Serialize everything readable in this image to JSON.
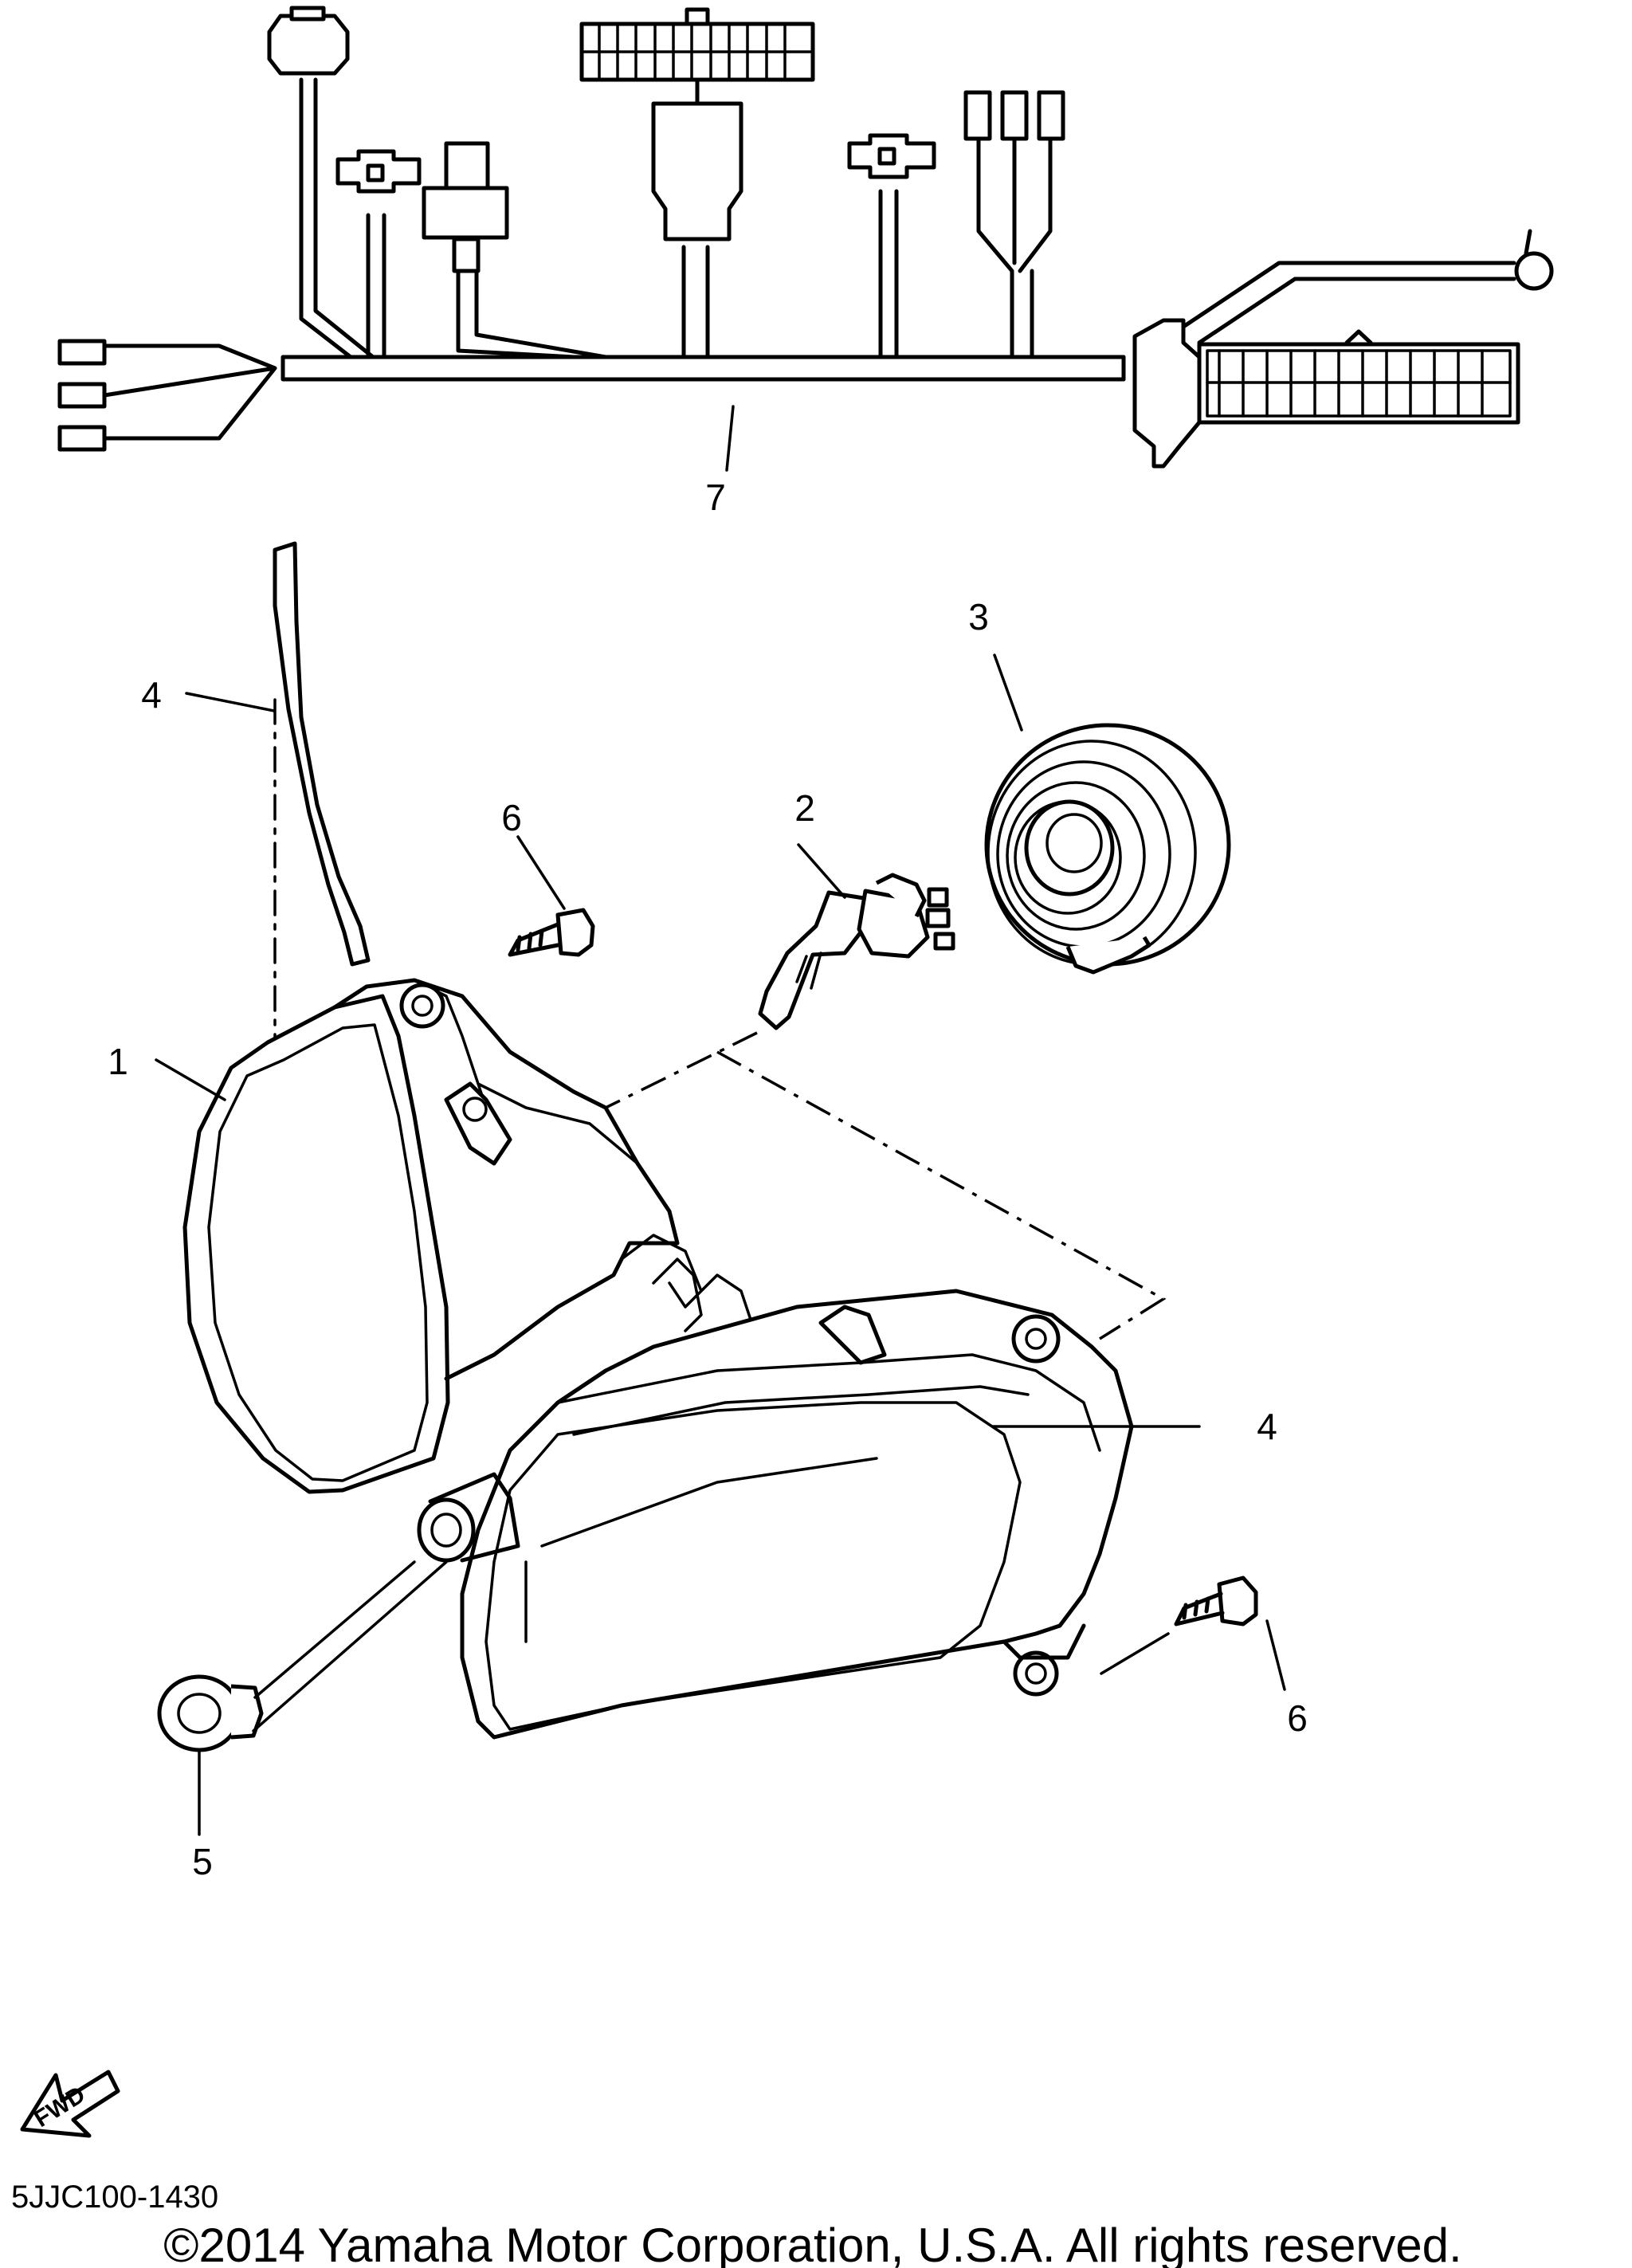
{
  "callouts": {
    "p1": "1",
    "p2": "2",
    "p3": "3",
    "p4_upper": "4",
    "p4_lower": "4",
    "p5": "5",
    "p6_upper": "6",
    "p6_lower": "6",
    "p7": "7"
  },
  "fwd_label": "FWD",
  "diagram_code": "5JJC100-1430",
  "copyright": "©2014 Yamaha Motor Corporation, U.S.A. All rights reserved."
}
